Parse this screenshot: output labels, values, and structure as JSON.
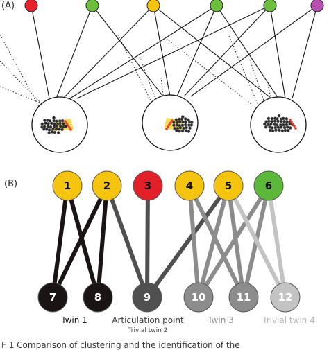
{
  "panel_a": {
    "label": "(A)",
    "top_nodes": [
      {
        "color": "#e8222b"
      },
      {
        "color": "#6cbf3c"
      },
      {
        "color": "#f5c40f"
      },
      {
        "color": "#6cbf3c"
      },
      {
        "color": "#6cbf3c"
      },
      {
        "color": "#b94fb3"
      }
    ],
    "bottom_groups": [
      "group-1",
      "group-2",
      "group-3"
    ]
  },
  "panel_b": {
    "label": "(B)",
    "top_nodes": [
      {
        "label": "1",
        "color": "#f5c40f"
      },
      {
        "label": "2",
        "color": "#f5c40f"
      },
      {
        "label": "3",
        "color": "#e2202a"
      },
      {
        "label": "4",
        "color": "#f5c40f"
      },
      {
        "label": "5",
        "color": "#f5c40f"
      },
      {
        "label": "6",
        "color": "#5bb83a"
      }
    ],
    "bottom_nodes": [
      {
        "label": "7",
        "color": "#1a1414"
      },
      {
        "label": "8",
        "color": "#1a1414"
      },
      {
        "label": "9",
        "color": "#505050"
      },
      {
        "label": "10",
        "color": "#8c8c8c"
      },
      {
        "label": "11",
        "color": "#8c8c8c"
      },
      {
        "label": "12",
        "color": "#c3c3c3"
      }
    ],
    "edges": [
      {
        "from": "1",
        "to": "7",
        "color": "#1a1414"
      },
      {
        "from": "1",
        "to": "8",
        "color": "#1a1414"
      },
      {
        "from": "2",
        "to": "7",
        "color": "#1a1414"
      },
      {
        "from": "2",
        "to": "8",
        "color": "#1a1414"
      },
      {
        "from": "2",
        "to": "9",
        "color": "#505050"
      },
      {
        "from": "3",
        "to": "9",
        "color": "#505050"
      },
      {
        "from": "5",
        "to": "9",
        "color": "#505050"
      },
      {
        "from": "4",
        "to": "10",
        "color": "#8c8c8c"
      },
      {
        "from": "4",
        "to": "11",
        "color": "#8c8c8c"
      },
      {
        "from": "5",
        "to": "10",
        "color": "#8c8c8c"
      },
      {
        "from": "5",
        "to": "11",
        "color": "#8c8c8c"
      },
      {
        "from": "6",
        "to": "10",
        "color": "#8c8c8c"
      },
      {
        "from": "6",
        "to": "11",
        "color": "#8c8c8c"
      },
      {
        "from": "5",
        "to": "12",
        "color": "#c3c3c3"
      },
      {
        "from": "6",
        "to": "12",
        "color": "#c3c3c3"
      }
    ],
    "group_labels": {
      "twin1": "Twin 1",
      "articulation": "Articulation point",
      "articulation_sub": "Trivial twin 2",
      "twin3": "Twin 3",
      "trivial4": "Trivial twin 4"
    },
    "label_colors": {
      "twin1": "#1a1414",
      "articulation": "#3a3a3a",
      "twin3": "#8c8c8c",
      "trivial4": "#b5b5b5"
    }
  },
  "caption": {
    "text": "F   1  Comparison of clustering and the identification of the"
  }
}
